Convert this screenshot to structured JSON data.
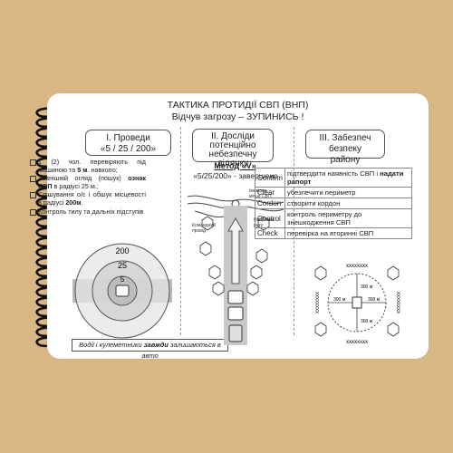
{
  "title_line1": "ТАКТИКА ПРОТИДІЇ СВП (ВНП)",
  "title_line2": "Відчув загрозу – ЗУПИНИСЬ !",
  "col1": {
    "heading_line1": "I. Проведи",
    "heading_line2": "«5 / 25 / 200»",
    "items": [
      {
        "text": "1 (2) чол. перевіряють під машиною та ",
        "bold": "5 м",
        "after": ". навколо;"
      },
      {
        "text": "Зовнішній огляд (пошук) ",
        "bold": "ознак СВП",
        "after": " в радіусі 25 м.;"
      },
      {
        "text": "Спішування о/с і обшук місцевості в радіусі ",
        "bold": "200м",
        "after": "."
      },
      {
        "text": "Контроль тилу та дальніх підступів",
        "bold": "",
        "after": ""
      }
    ],
    "rings": [
      "200",
      "25",
      "5"
    ],
    "footer_pre": "Водії і кулеметники ",
    "footer_bold": "завжди",
    "footer_post": " залишаються в авто"
  },
  "col2": {
    "heading_line1": "II. Досліди",
    "heading_line2": "потенційно",
    "heading_line3": "небезпечну ділянку",
    "method": "Метод «V»",
    "method_sub": "«5/25/200» - завершено",
    "label_suspect": "Імовірне місце СВП",
    "label_wire": "Командний провід",
    "label_direction": "Напрямок руху"
  },
  "col3": {
    "heading_line1": "III. Забезпеч безпеку",
    "heading_line2": "району",
    "rows": [
      {
        "key": "Confirm",
        "text": "підтвердити наявність СВП і ",
        "bold": "надати рапорт"
      },
      {
        "key": "Clear",
        "text": "убезпечити периметр",
        "bold": ""
      },
      {
        "key": "Cordon",
        "text": "створити кордон",
        "bold": ""
      },
      {
        "key": "Control",
        "text": "контроль периметру до знешкодження СВП",
        "bold": ""
      },
      {
        "key": "Check",
        "text": "перевірка на вторинні СВП",
        "bold": ""
      }
    ],
    "perimeter_label": "xxxxxxxx",
    "distance_label": "300 м"
  }
}
